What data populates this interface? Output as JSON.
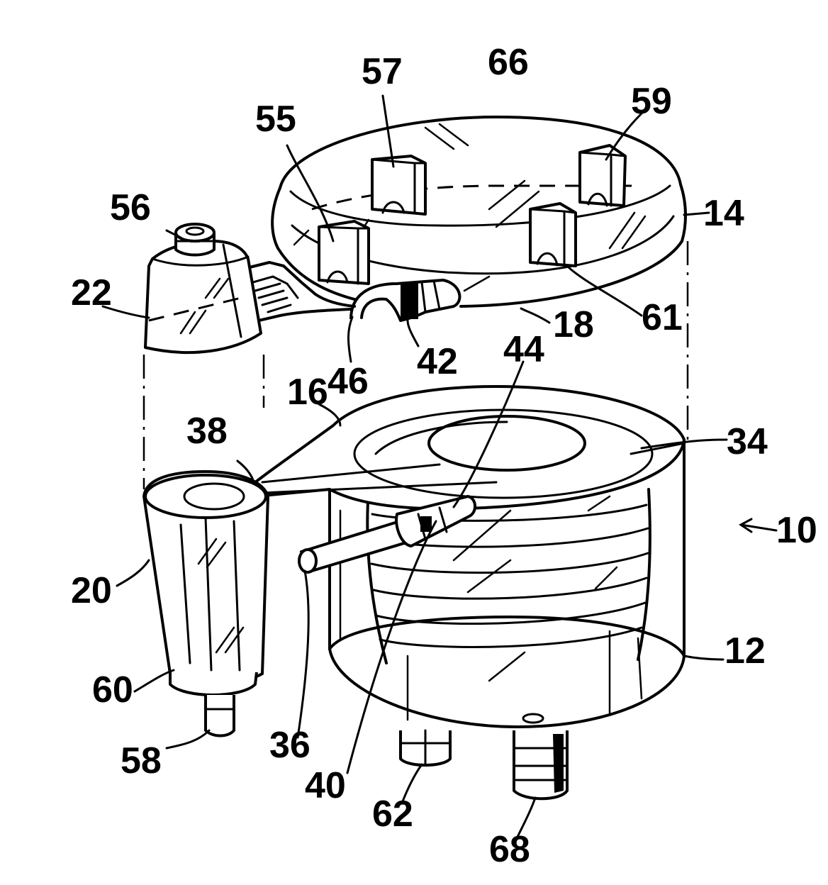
{
  "figure": {
    "reference_numerals": [
      {
        "id": "n66",
        "text": "66"
      },
      {
        "id": "n57",
        "text": "57"
      },
      {
        "id": "n59",
        "text": "59"
      },
      {
        "id": "n55",
        "text": "55"
      },
      {
        "id": "n56",
        "text": "56"
      },
      {
        "id": "n14",
        "text": "14"
      },
      {
        "id": "n22",
        "text": "22"
      },
      {
        "id": "n61",
        "text": "61"
      },
      {
        "id": "n18",
        "text": "18"
      },
      {
        "id": "n46",
        "text": "46"
      },
      {
        "id": "n42",
        "text": "42"
      },
      {
        "id": "n44",
        "text": "44"
      },
      {
        "id": "n16",
        "text": "16"
      },
      {
        "id": "n38",
        "text": "38"
      },
      {
        "id": "n34",
        "text": "34"
      },
      {
        "id": "n10",
        "text": "10"
      },
      {
        "id": "n20",
        "text": "20"
      },
      {
        "id": "n12",
        "text": "12"
      },
      {
        "id": "n60",
        "text": "60"
      },
      {
        "id": "n36",
        "text": "36"
      },
      {
        "id": "n58",
        "text": "58"
      },
      {
        "id": "n40",
        "text": "40"
      },
      {
        "id": "n62",
        "text": "62"
      },
      {
        "id": "n68",
        "text": "68"
      }
    ]
  }
}
